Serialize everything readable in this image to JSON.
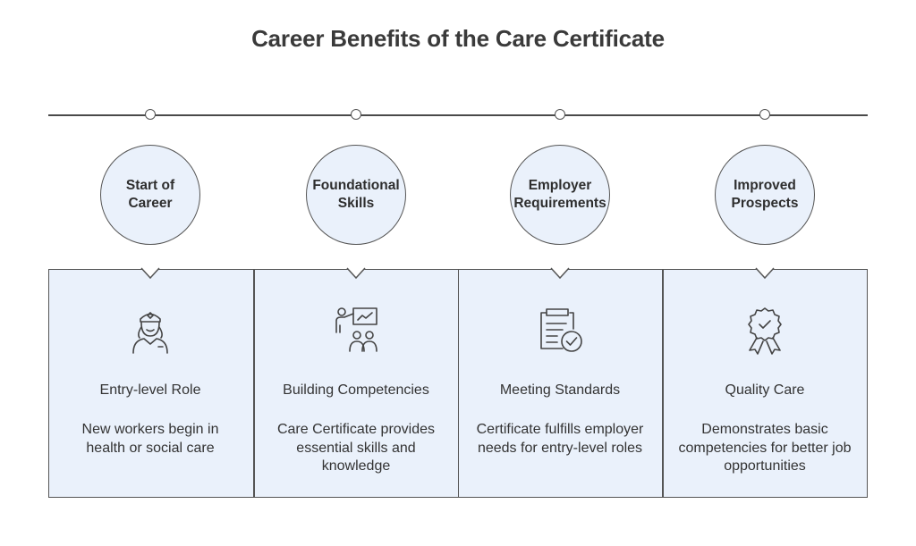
{
  "title": "Career Benefits of the Care Certificate",
  "colors": {
    "panel_fill": "#eaf1fb",
    "stroke": "#555555",
    "text": "#333333"
  },
  "stages": [
    {
      "label": "Start of Career",
      "icon": "care-worker-icon",
      "heading": "Entry-level Role",
      "description": "New workers begin in health or social care"
    },
    {
      "label": "Foundational Skills",
      "icon": "teaching-presentation-icon",
      "heading": "Building Competencies",
      "description": "Care Certificate provides essential skills and knowledge"
    },
    {
      "label": "Employer Requirements",
      "icon": "checklist-clipboard-icon",
      "heading": "Meeting Standards",
      "description": "Certificate fulfills employer needs for entry-level roles"
    },
    {
      "label": "Improved Prospects",
      "icon": "award-badge-icon",
      "heading": "Quality Care",
      "description": "Demonstrates basic competencies for better job opportunities"
    }
  ]
}
